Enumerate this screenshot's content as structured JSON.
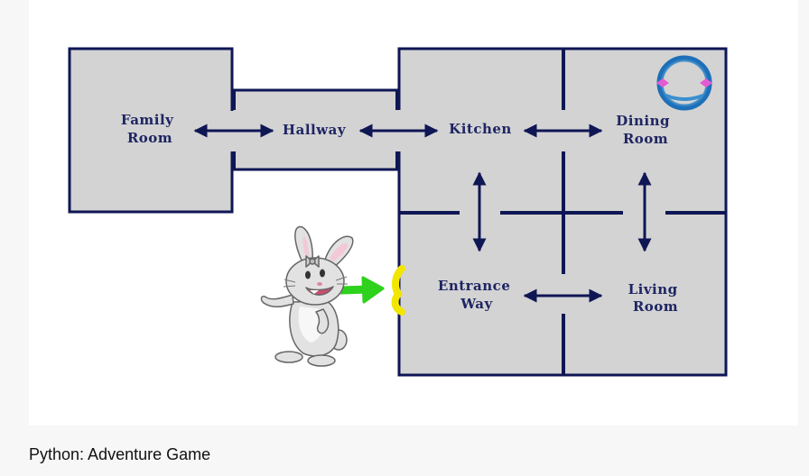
{
  "caption": "Python: Adventure Game",
  "colors": {
    "room_fill": "#d3d3d3",
    "wall": "#0f1654",
    "label": "#1e2563",
    "arrow": "#0f1654",
    "start_arrow": "#2ed11c",
    "door": "#f2e600"
  },
  "rooms": {
    "family_room": [
      "Family",
      "Room"
    ],
    "hallway": [
      "Hallway"
    ],
    "kitchen": [
      "Kitchen"
    ],
    "dining_room": [
      "Dining",
      "Room"
    ],
    "entrance_way": [
      "Entrance",
      "Way"
    ],
    "living_room": [
      "Living",
      "Room"
    ]
  },
  "icons": {
    "character": "bunny-icon",
    "start": "green-arrow-icon",
    "door": "yellow-door-icon",
    "logo": "ring-logo-icon"
  }
}
